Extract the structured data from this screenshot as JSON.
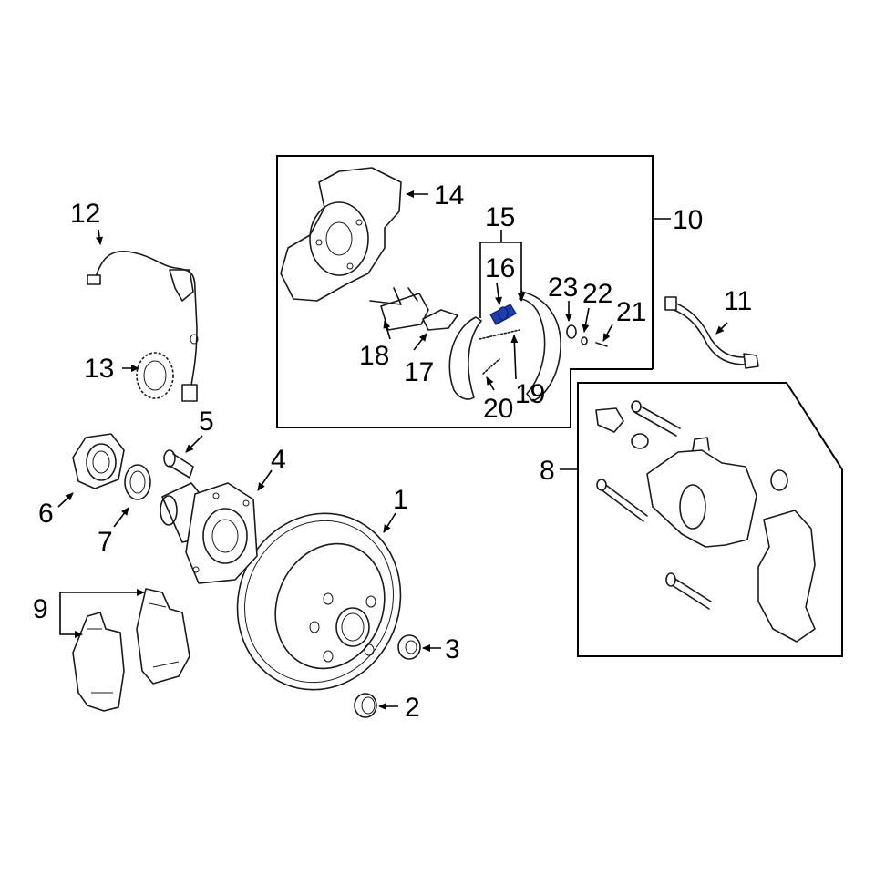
{
  "diagram": {
    "colors": {
      "line": "#1a1a1a",
      "highlight": "#1f3fb0",
      "background": "#ffffff"
    },
    "callouts": {
      "c1": "1",
      "c2": "2",
      "c3": "3",
      "c4": "4",
      "c5": "5",
      "c6": "6",
      "c7": "7",
      "c8": "8",
      "c9": "9",
      "c10": "10",
      "c11": "11",
      "c12": "12",
      "c13": "13",
      "c14": "14",
      "c15": "15",
      "c16": "16",
      "c17": "17",
      "c18": "18",
      "c19": "19",
      "c20": "20",
      "c21": "21",
      "c22": "22",
      "c23": "23"
    },
    "highlighted_part": "16"
  }
}
